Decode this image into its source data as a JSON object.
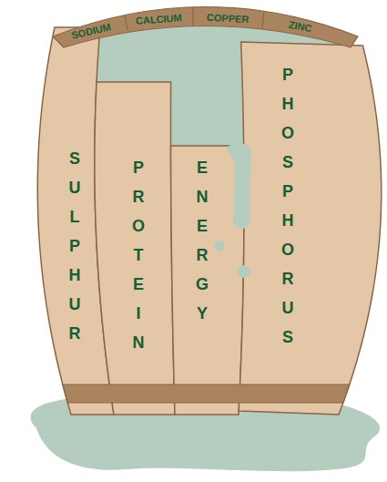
{
  "diagram": {
    "labels": [
      "SODIUM",
      "CALCIUM",
      "COPPER",
      "ZINC",
      "SULPHUR",
      "PROTEIN",
      "ENERGY",
      "PHOSPHORUS"
    ]
  }
}
